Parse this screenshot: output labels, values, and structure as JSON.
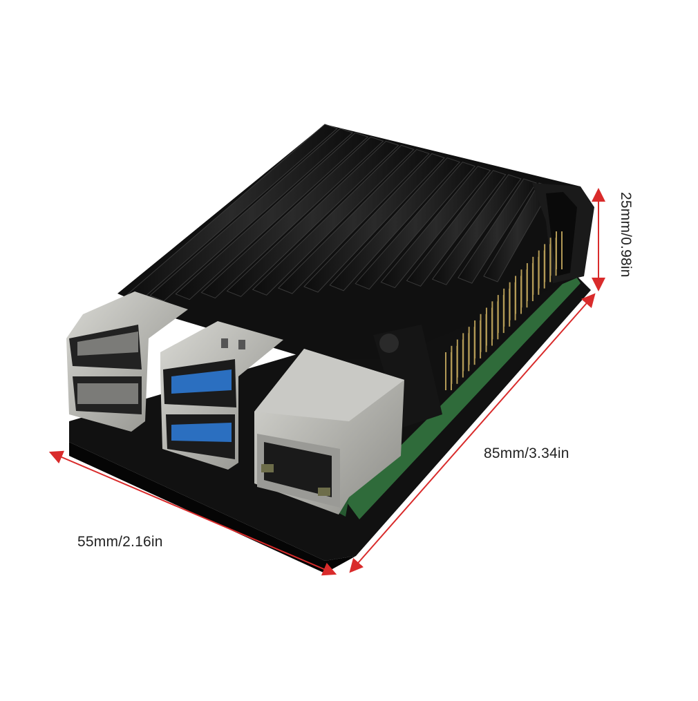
{
  "image": {
    "subject": "heatsink-case-with-board",
    "case_color": "#141414",
    "board_color": "#2f6b3a",
    "usb3_color": "#2b6fc0",
    "metal_color": "#b9b9b4",
    "dimension_line_color": "#d92b2b"
  },
  "dimensions": {
    "length_label": "85mm/3.34in",
    "width_label": "55mm/2.16in",
    "height_label": "25mm/0.98in"
  }
}
